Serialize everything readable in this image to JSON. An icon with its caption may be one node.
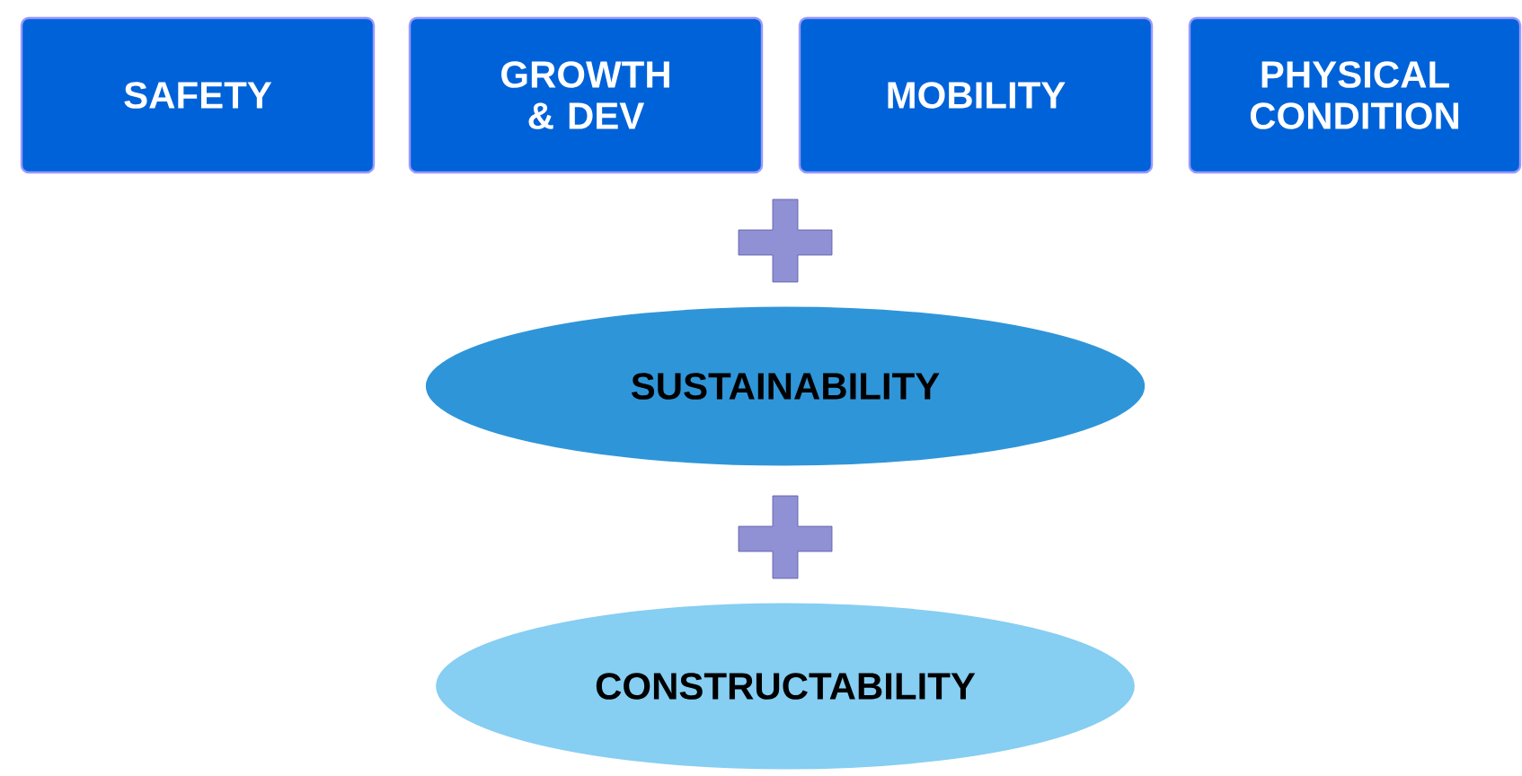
{
  "diagram": {
    "nodes": [
      {
        "text": [
          "SAFETY"
        ]
      },
      {
        "text": [
          "GROWTH & DEV"
        ]
      },
      {
        "text": [
          "MOBILITY"
        ]
      },
      {
        "text": [
          "PHYSICAL CONDITION"
        ]
      },
      {
        "text": [
          "SUSTAINABILITY"
        ]
      },
      {
        "text": [
          "CONSTRUCTABILITY"
        ]
      }
    ]
  }
}
